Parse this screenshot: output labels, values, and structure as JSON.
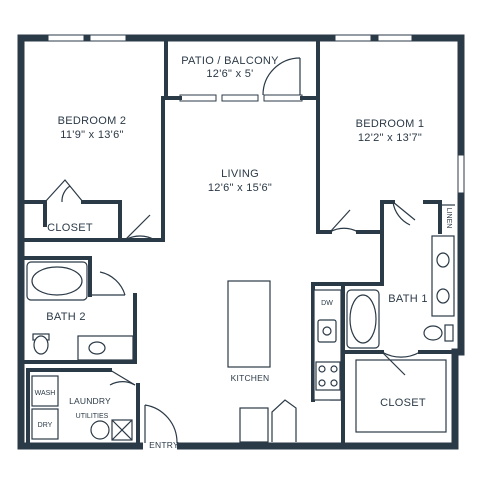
{
  "rooms": {
    "patio": {
      "name": "PATIO / BALCONY",
      "dim": "12'6\" x 5'"
    },
    "bedroom2": {
      "name": "BEDROOM 2",
      "dim": "11'9\" x 13'6\""
    },
    "bedroom1": {
      "name": "BEDROOM 1",
      "dim": "12'2\" x 13'7\""
    },
    "living": {
      "name": "LIVING",
      "dim": "12'6\" x 15'6\""
    },
    "closet_left": {
      "name": "CLOSET"
    },
    "closet_right": {
      "name": "CLOSET"
    },
    "bath1": {
      "name": "BATH 1"
    },
    "bath2": {
      "name": "BATH 2"
    },
    "kitchen": {
      "name": "KITCHEN"
    },
    "laundry": {
      "name": "LAUNDRY"
    },
    "utilities": {
      "name": "UTILITIES"
    },
    "entry": {
      "name": "ENTRY"
    }
  },
  "fixtures": {
    "dw": "DW",
    "wash": "WASH",
    "dry": "DRY",
    "linen": "LINEN"
  },
  "colors": {
    "wall": "#2b3a47",
    "background": "#ffffff"
  }
}
